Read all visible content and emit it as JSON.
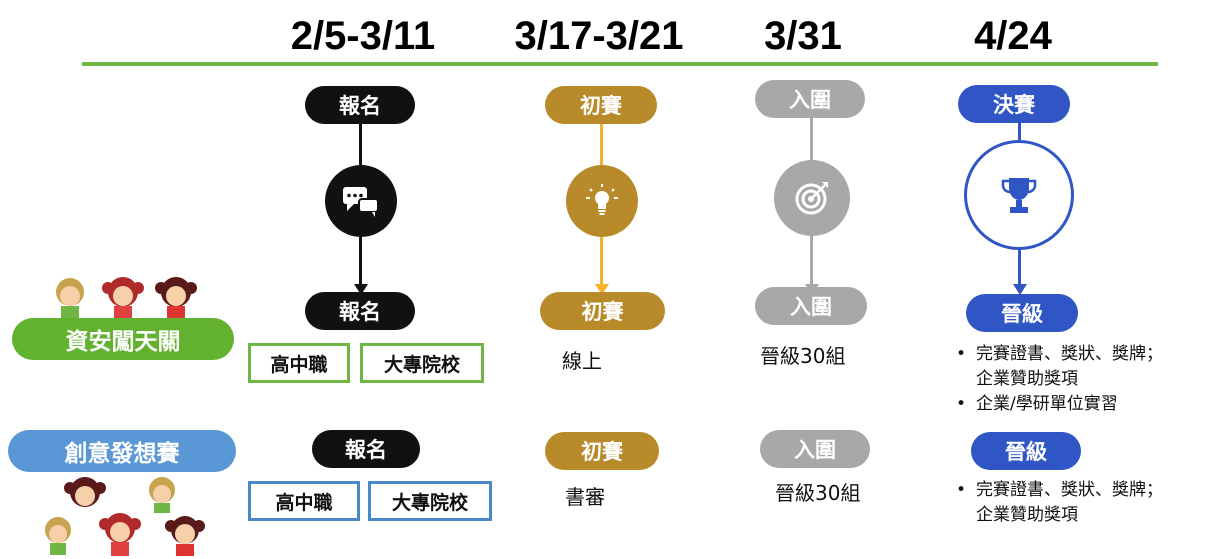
{
  "dates": [
    "2/5-3/11",
    "3/17-3/21",
    "3/31",
    "4/24"
  ],
  "stages": {
    "signup": "報名",
    "prelim": "初賽",
    "shortlist": "入圍",
    "final": "決賽",
    "advance": "晉級"
  },
  "tracks": {
    "security": {
      "name": "資安闖天關",
      "eligibility": [
        "高中職",
        "大專院校"
      ],
      "prelim_mode": "線上",
      "shortlist_note": "晉級30組",
      "rewards": [
        "完賽證書、獎狀、獎牌；",
        "企業贊助獎項",
        "企業/學研單位實習"
      ]
    },
    "ideation": {
      "name": "創意發想賽",
      "eligibility": [
        "高中職",
        "大專院校"
      ],
      "prelim_mode": "書審",
      "shortlist_note": "晉級30組",
      "rewards": [
        "完賽證書、獎狀、獎牌；",
        "企業贊助獎項"
      ]
    }
  },
  "colors": {
    "timeline": "#6fb644",
    "signup": "#111111",
    "prelim": "#b98a2a",
    "shortlist": "#a8a8a8",
    "final": "#2f56c4",
    "security_track": "#62b22f",
    "ideation_track": "#5a97d6"
  },
  "icons": [
    "chat-bubbles-icon",
    "lightbulb-icon",
    "target-icon",
    "trophy-icon"
  ]
}
